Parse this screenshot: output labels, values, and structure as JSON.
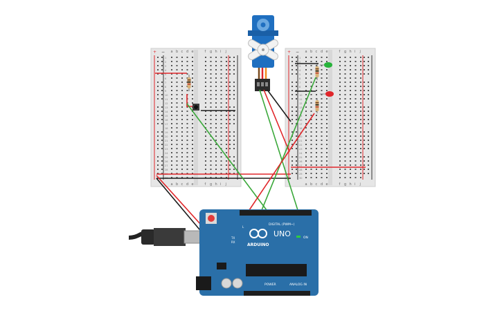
{
  "breadboard_left": {
    "column_letters_top": [
      "a",
      "b",
      "c",
      "d",
      "e",
      "",
      "f",
      "g",
      "h",
      "i",
      "j"
    ],
    "row_numbers": [
      "1",
      "2",
      "3",
      "4",
      "5",
      "6",
      "7",
      "8",
      "9",
      "10",
      "11",
      "12",
      "13",
      "14",
      "15",
      "16",
      "17",
      "18",
      "19",
      "20",
      "21",
      "22",
      "23",
      "24",
      "25",
      "26",
      "27",
      "28",
      "29",
      "30"
    ],
    "rail_plus": "+",
    "rail_minus": "−"
  },
  "breadboard_right": {
    "column_letters_top": [
      "a",
      "b",
      "c",
      "d",
      "e",
      "",
      "f",
      "g",
      "h",
      "i",
      "j"
    ],
    "row_numbers": [
      "1",
      "2",
      "3",
      "4",
      "5",
      "6",
      "7",
      "8",
      "9",
      "10",
      "11",
      "12",
      "13",
      "14",
      "15",
      "16",
      "17",
      "18",
      "19",
      "20",
      "21",
      "22",
      "23",
      "24",
      "25",
      "26",
      "27",
      "28",
      "29",
      "30"
    ],
    "rail_plus": "+",
    "rail_minus": "−"
  },
  "arduino": {
    "brand": "ARDUINO",
    "model": "UNO",
    "digital_label": "DIGITAL (PWM~)",
    "power_label": "POWER",
    "analog_label": "ANALOG IN",
    "on_label": "ON",
    "tx_label": "TX",
    "rx_label": "RX",
    "l_label": "L"
  },
  "colors": {
    "board_blue": "#2a6fa8",
    "breadboard": "#e8e8e8",
    "wire_red": "#e0262a",
    "wire_green": "#3aa83a",
    "wire_black": "#1c1c1c",
    "servo_blue": "#1f6fc0",
    "led_green": "#27b33a",
    "led_red": "#e0262a"
  },
  "icons": [
    "usb-plug-icon",
    "arduino-logo-icon",
    "servo-horn-icon"
  ]
}
